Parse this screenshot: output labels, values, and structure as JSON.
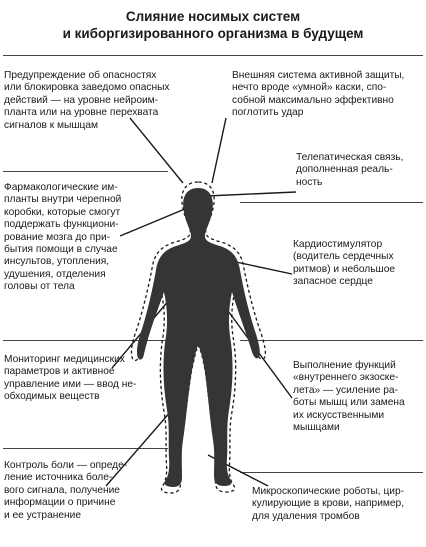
{
  "title": {
    "line1": "Слияние носимых систем",
    "line2": "и киборгизированного организма в будущем"
  },
  "left_notes": [
    {
      "id": "danger-warning",
      "lines": [
        "Предупреждение об опасностях",
        "или блокировка заведомо опасных",
        "действий — на уровне нейроим-",
        "планта или на уровне перехвата",
        "сигналов к мышцам"
      ]
    },
    {
      "id": "pharma-implants",
      "lines": [
        "Фармакологические им-",
        "планты внутри черепной",
        "коробки, которые смогут",
        "поддержать функциони-",
        "рование мозга до при-",
        "бытия помощи в случае",
        "инсультов, утопления,",
        "удушения, отделения",
        "головы от тела"
      ]
    },
    {
      "id": "medical-monitoring",
      "lines": [
        "Мониторинг медицинских",
        "параметров и активное",
        "управление ими — ввод не-",
        "обходимых веществ"
      ]
    },
    {
      "id": "pain-control",
      "lines": [
        "Контроль боли — опреде-",
        "ление источника боле-",
        "вого сигнала, получение",
        "информации о причине",
        "и ее устранение"
      ]
    }
  ],
  "right_notes": [
    {
      "id": "external-protection",
      "lines": [
        "Внешняя система активной защиты,",
        "нечто вроде «умной» каски, спо-",
        "собной максимально эффективно",
        "поглотить удар"
      ]
    },
    {
      "id": "telepathy",
      "lines": [
        "Телепатическая связь,",
        "дополненная реаль-",
        "ность"
      ]
    },
    {
      "id": "pacemaker",
      "lines": [
        "Кардиостимулятор",
        "(водитель сердечных",
        "ритмов) и небольшое",
        "запасное сердце"
      ]
    },
    {
      "id": "exoskeleton",
      "lines": [
        "Выполнение функций",
        "«внутреннего экзоске-",
        "лета» — усиление ра-",
        "боты мышц или замена",
        "их искусственными",
        "мышцами"
      ]
    },
    {
      "id": "micro-robots",
      "lines": [
        "Микроскопические роботы, цир-",
        "кулирующие в крови, например,",
        "для удаления тромбов"
      ]
    }
  ],
  "colors": {
    "figure": "#353535",
    "outline": "#1a1a1a",
    "lines": "#444444"
  }
}
